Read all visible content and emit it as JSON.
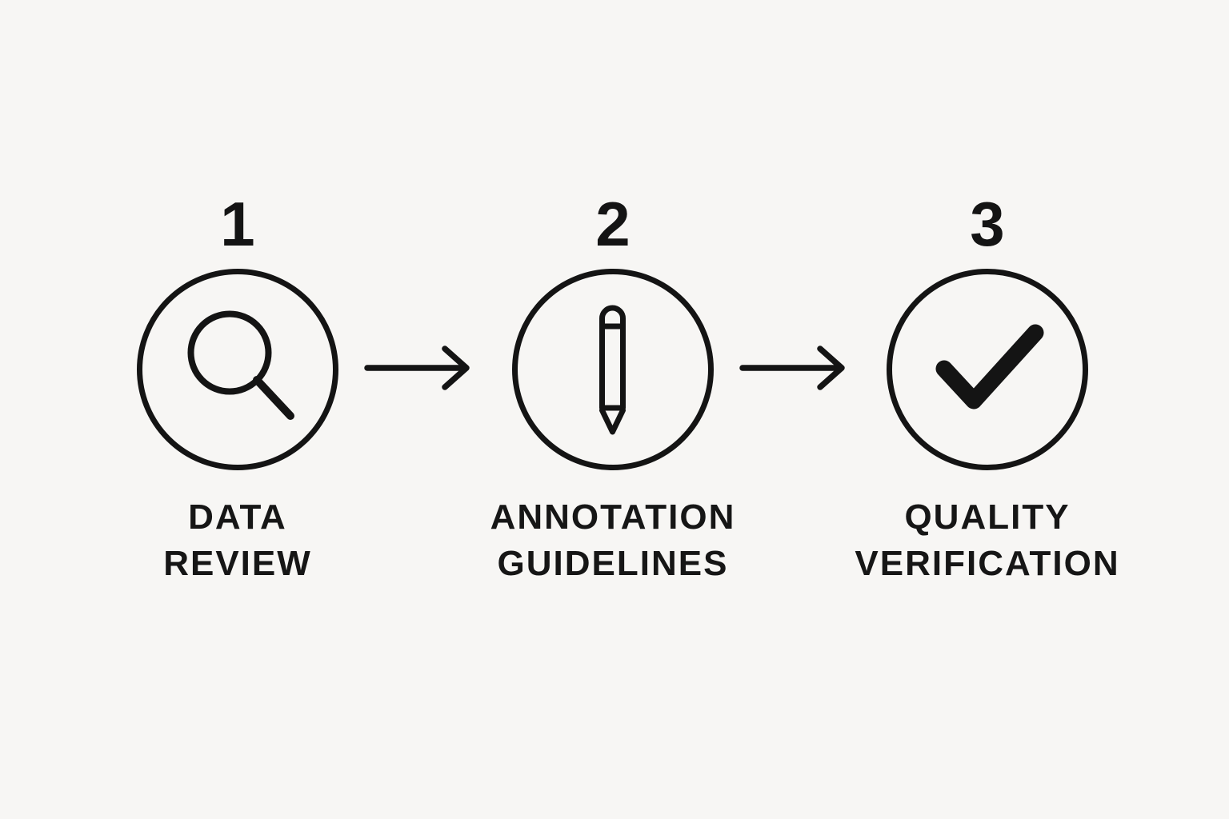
{
  "diagram": {
    "title": "three-step annotation workflow",
    "background_color": "#f7f6f4",
    "ink_color": "#141414",
    "steps": [
      {
        "number": "1",
        "icon": "magnifier-icon",
        "label_line1": "DATA",
        "label_line2": "REVIEW"
      },
      {
        "number": "2",
        "icon": "pencil-icon",
        "label_line1": "ANNOTATION",
        "label_line2": "GUIDELINES"
      },
      {
        "number": "3",
        "icon": "checkmark-icon",
        "label_line1": "QUALITY",
        "label_line2": "VERIFICATION"
      }
    ],
    "arrows": [
      {
        "name": "arrow-1",
        "direction": "right"
      },
      {
        "name": "arrow-2",
        "direction": "right"
      }
    ]
  }
}
